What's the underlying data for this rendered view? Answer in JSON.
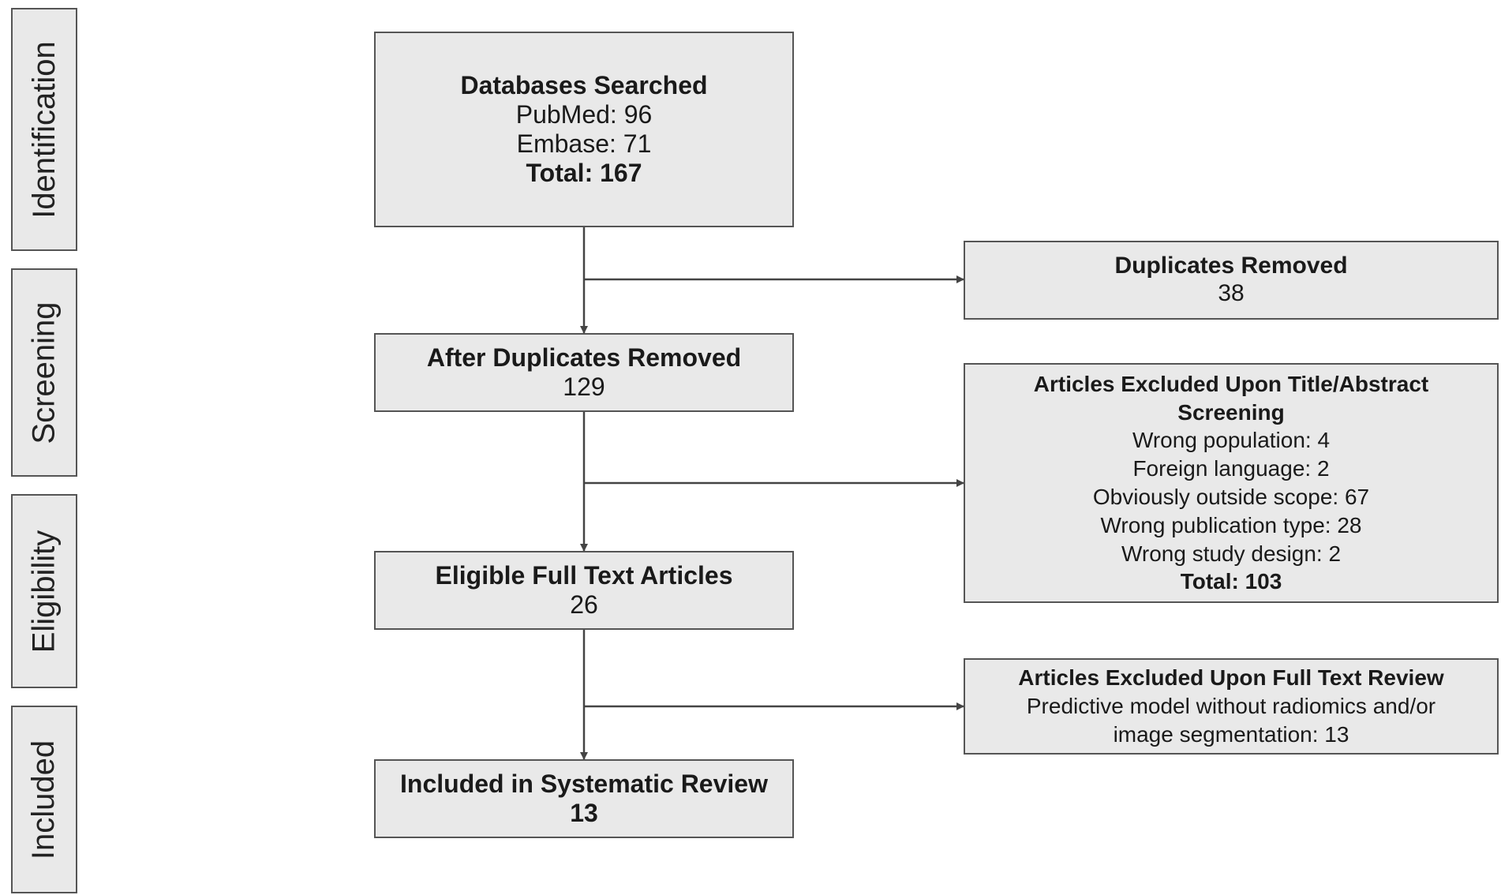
{
  "stages": [
    {
      "id": "identification",
      "label": "Identification"
    },
    {
      "id": "screening",
      "label": "Screening"
    },
    {
      "id": "eligibility",
      "label": "Eligibility"
    },
    {
      "id": "included",
      "label": "Included"
    }
  ],
  "boxes": {
    "databases_searched": {
      "title": "Databases Searched",
      "lines": [
        "PubMed: 96",
        "Embase: 71"
      ],
      "total": "Total: 167"
    },
    "duplicates_removed": {
      "title": "Duplicates Removed",
      "value": "38"
    },
    "after_duplicates": {
      "title": "After Duplicates Removed",
      "value": "129"
    },
    "title_abstract_excluded": {
      "title_line1": "Articles Excluded Upon Title/Abstract",
      "title_line2": "Screening",
      "lines": [
        "Wrong population: 4",
        "Foreign language: 2",
        "Obviously outside scope: 67",
        "Wrong publication type: 28",
        "Wrong study design: 2"
      ],
      "total": "Total: 103"
    },
    "eligible_full_text": {
      "title": "Eligible Full Text Articles",
      "value": "26"
    },
    "full_text_excluded": {
      "title": "Articles Excluded Upon Full Text Review",
      "lines": [
        "Predictive model without radiomics and/or",
        "image segmentation: 13"
      ]
    },
    "included": {
      "title": "Included in Systematic Review",
      "value": "13"
    }
  }
}
